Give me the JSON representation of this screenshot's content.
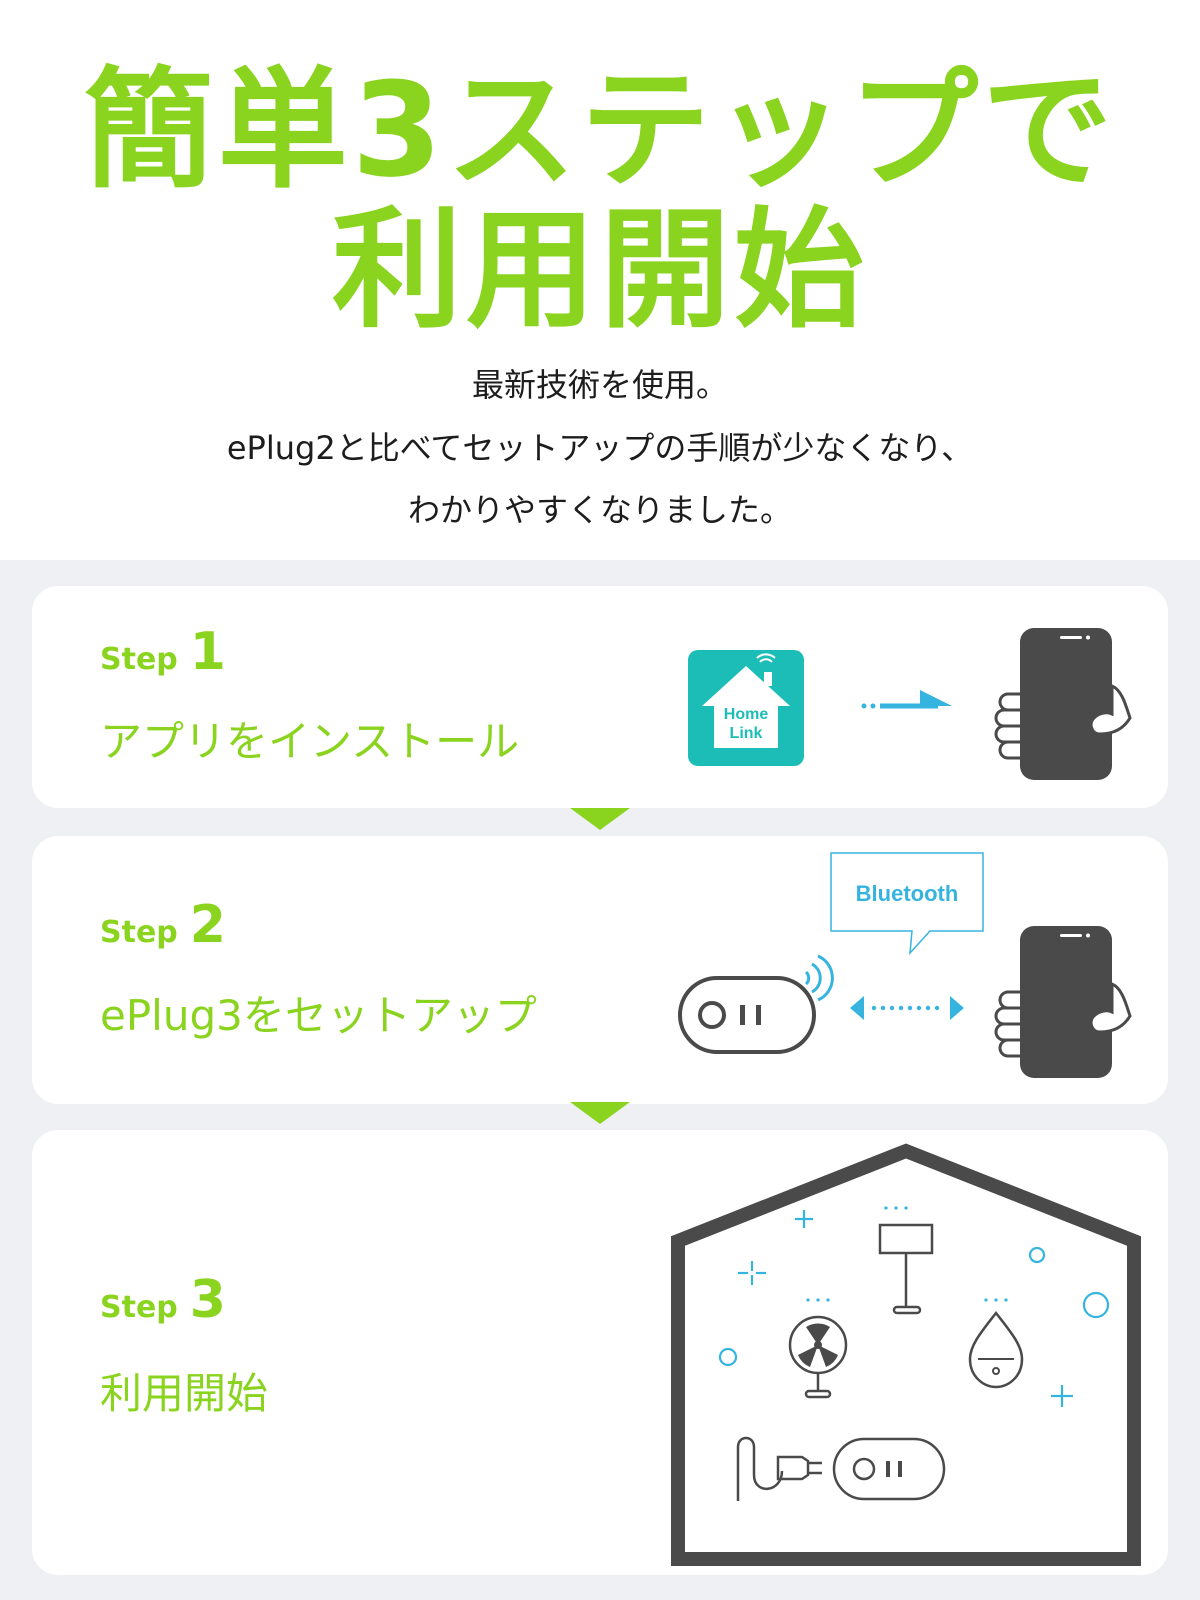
{
  "hero": {
    "headline_line1": "簡単3ステップで",
    "headline_line2": "利用開始",
    "subtitle_line1": "最新技術を使用。",
    "subtitle_line2": "ePlug2と比べてセットアップの手順が少なくなり、",
    "subtitle_line3": "わかりやすくなりました。"
  },
  "steps": [
    {
      "word": "Step",
      "number": "1",
      "description": "アプリをインストール",
      "app_label_line1": "Home",
      "app_label_line2": "Link"
    },
    {
      "word": "Step",
      "number": "2",
      "description": "ePlug3をセットアップ",
      "bubble_label": "Bluetooth"
    },
    {
      "word": "Step",
      "number": "3",
      "description": "利用開始"
    }
  ],
  "colors": {
    "accent_green": "#8ad41f",
    "teal": "#1cbdb6",
    "cyan": "#36b4e0",
    "dark_gray": "#4a4a4a",
    "card_bg": "#ffffff",
    "section_bg": "#eef0f4"
  },
  "icons": [
    "home-link-app-icon",
    "arrow-right-icon",
    "smartphone-hand-icon",
    "bluetooth-wave-icon",
    "smart-plug-icon",
    "bidirectional-arrow-icon",
    "house-icon",
    "lamp-icon",
    "fan-icon",
    "humidifier-icon",
    "plug-cable-icon"
  ]
}
